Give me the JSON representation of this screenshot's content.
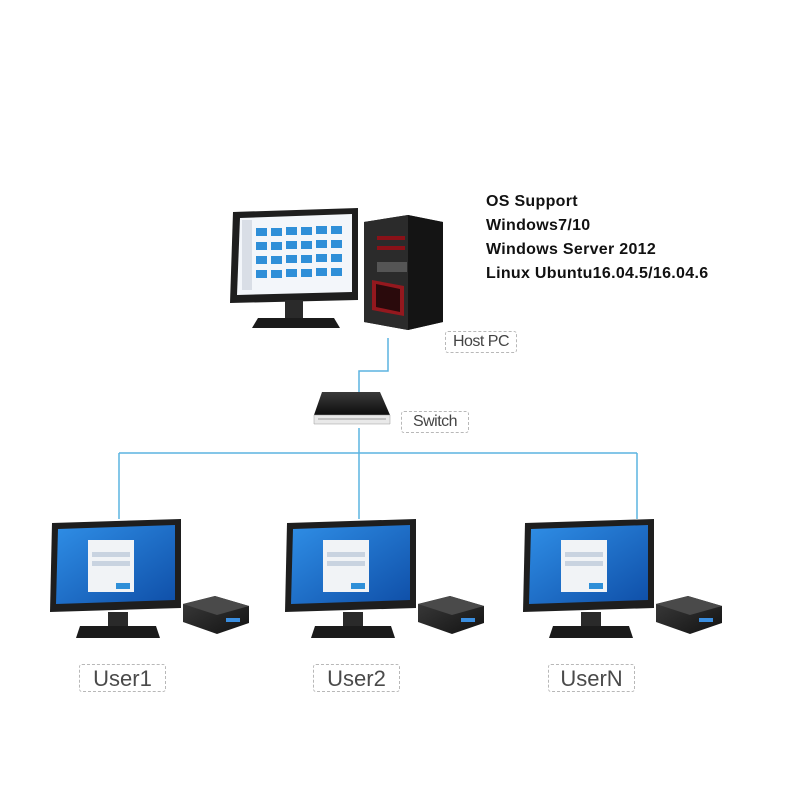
{
  "os_support": {
    "title": "OS Support",
    "lines": [
      "Windows7/10",
      "Windows Server 2012",
      "Linux Ubuntu16.04.5/16.04.6"
    ]
  },
  "nodes": {
    "host_label": "Host PC",
    "switch_label": "Switch",
    "users": [
      {
        "label": "User1"
      },
      {
        "label": "User2"
      },
      {
        "label": "UserN"
      }
    ]
  },
  "colors": {
    "connector": "#5bb4e0",
    "screen_blue": "#1c6fc4",
    "monitor_frame": "#222222",
    "tower_red": "#a0161d"
  },
  "icons": {
    "host_monitor": "monitor-icon",
    "host_tower": "pc-tower-icon",
    "switch": "network-switch-icon",
    "client_monitor": "monitor-icon",
    "client_box": "zero-client-box-icon"
  }
}
